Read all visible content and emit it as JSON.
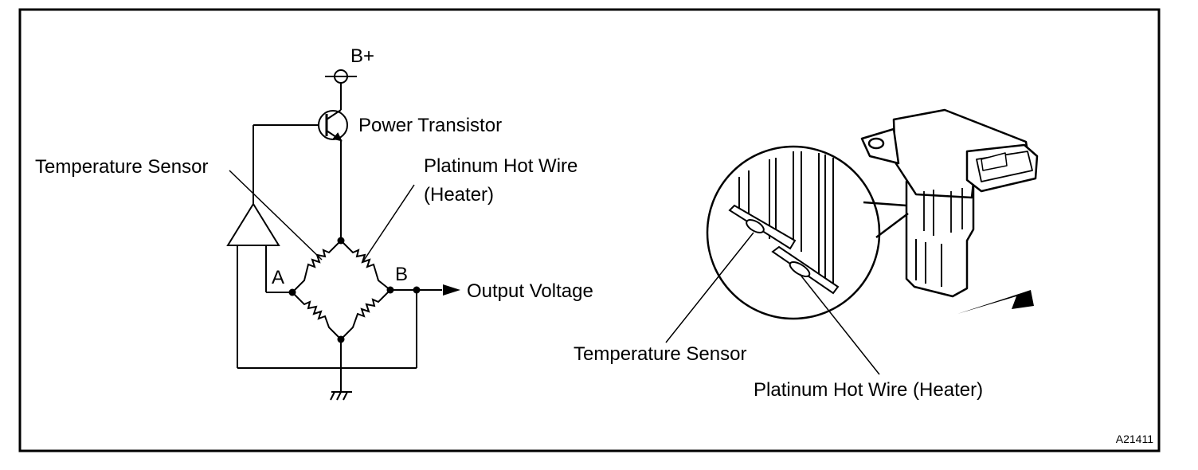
{
  "circuit": {
    "supply_label": "B+",
    "transistor_label": "Power Transistor",
    "temp_sensor_label": "Temperature Sensor",
    "hot_wire_label_line1": "Platinum Hot Wire",
    "hot_wire_label_line2": "(Heater)",
    "node_a_label": "A",
    "node_b_label": "B",
    "output_label": "Output Voltage"
  },
  "sensor_illustration": {
    "temp_sensor_label": "Temperature Sensor",
    "hot_wire_label": "Platinum Hot Wire (Heater)"
  },
  "figure_id": "A21411",
  "colors": {
    "ink": "#000000",
    "paper": "#ffffff"
  }
}
